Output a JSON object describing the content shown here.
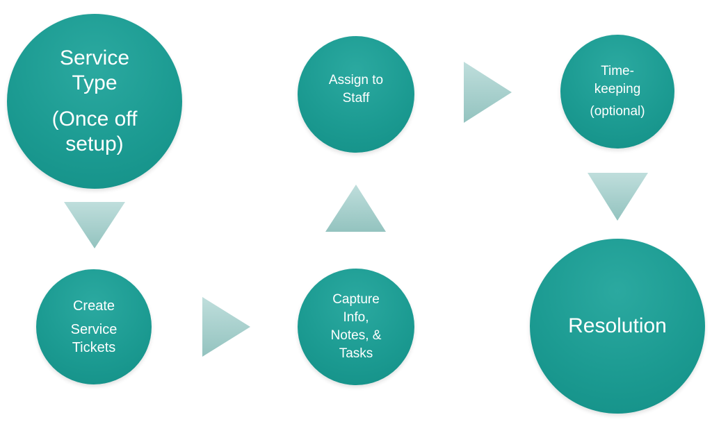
{
  "nodes": {
    "service_type": {
      "lines": [
        "Service",
        "Type",
        "(Once off",
        "setup)"
      ]
    },
    "create_tickets": {
      "lines": [
        "Create",
        "Service",
        "Tickets"
      ]
    },
    "assign_staff": {
      "lines": [
        "Assign to",
        "Staff"
      ]
    },
    "capture_info": {
      "lines": [
        "Capture",
        "Info,",
        "Notes, &",
        "Tasks"
      ]
    },
    "time_keeping": {
      "lines": [
        "Time-",
        "keeping",
        "(optional)"
      ]
    },
    "resolution": {
      "lines": [
        "Resolution"
      ]
    }
  },
  "colors": {
    "node_fill": "#1c9b92",
    "arrow_fill": "#a7cfcc",
    "text": "#ffffff"
  }
}
